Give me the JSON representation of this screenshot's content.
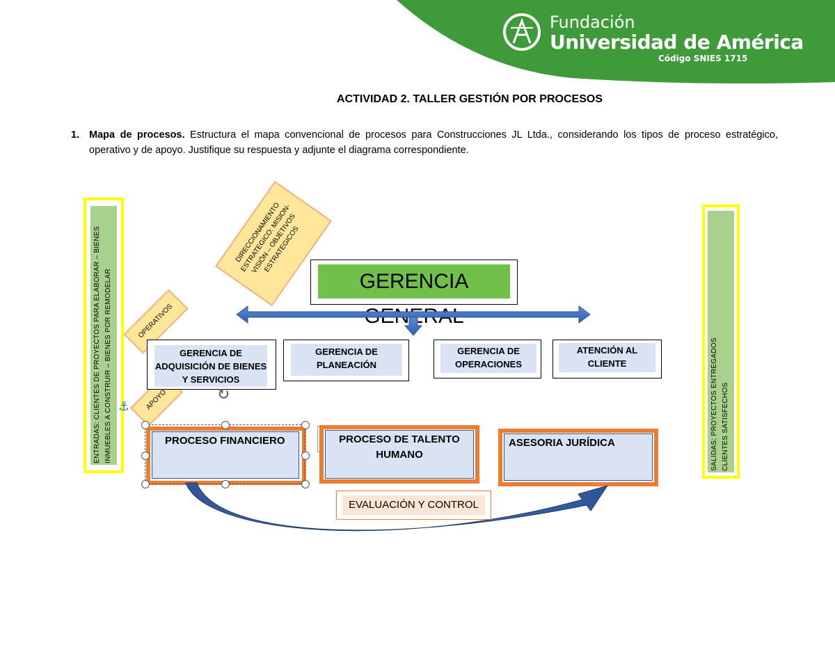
{
  "header": {
    "logo_line1": "Fundación",
    "logo_line2": "Universidad de América",
    "logo_line3": "Código SNIES 1715",
    "brand_green": "#3f9a3a"
  },
  "document": {
    "title": "ACTIVIDAD 2. TALLER GESTIÓN POR PROCESOS",
    "question_number": "1.",
    "question_bold": "Mapa de procesos.",
    "question_text": " Estructura el mapa convencional de procesos para Construcciones JL Ltda., considerando los tipos de proceso estratégico, operativo y de apoyo. Justifique su respuesta y adjunte el diagrama correspondiente."
  },
  "diagram": {
    "entradas": "ENTRADAS: CLIENTES DE PROYECTOS PARA ELABORAR – BIENES INMUEBLES A CONSTRUIR – BIENES POR REMODELAR",
    "entradas_line1": "ENTRADAS:  CLIENTES  DE PROYECTOS  PARA ELABORAR – BIENES",
    "entradas_line2": "INMUEBLES  A CONSTRUIR  –  BIENES  POR REMODELAR",
    "salidas_line1": "SALIDAS:  PROYECTOS  ENTREGADOS",
    "salidas_line2": "CLIENTES  SATISFECHOS",
    "direccionamiento": [
      "DIRECCIONAMIENTO",
      "ESTRATEGICO:  MISION-",
      "VISIÓN  – OBJETIVOS",
      "ESTRATEGICOS"
    ],
    "operativos": "OPERATIVOS",
    "apoyo": "APOYO",
    "gerencia_general": "GERENCIA GENERAL",
    "gerencias": [
      {
        "line1": "GERENCIA DE",
        "line2": "ADQUISICIÓN DE BIENES",
        "line3": "Y SERVICIOS"
      },
      {
        "line1": "GERENCIA DE",
        "line2": "PLANEACIÓN"
      },
      {
        "line1": "GERENCIA DE",
        "line2": "OPERACIONES"
      },
      {
        "line1": "ATENCIÓN AL",
        "line2": "CLIENTE"
      }
    ],
    "procesos": [
      {
        "label": "PROCESO FINANCIERO"
      },
      {
        "line1": "PROCESO DE TALENTO",
        "line2": "HUMANO"
      },
      {
        "label": "ASESORIA JURÍDICA"
      }
    ],
    "evaluacion": "EVALUACIÓN Y CONTROL"
  }
}
